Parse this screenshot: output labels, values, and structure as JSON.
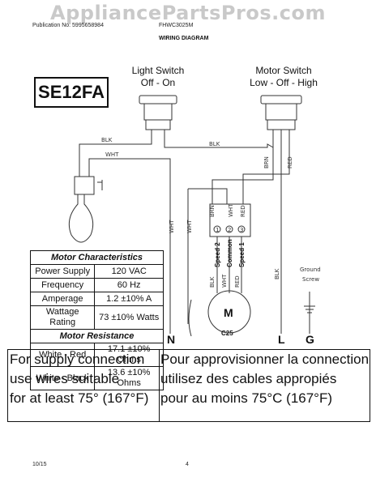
{
  "watermark": "AppliancePartsPros.com",
  "header": {
    "publication": "Publication No: 5995658984",
    "model_code": "FHWC3025M",
    "title": "WIRING DIAGRAM"
  },
  "model": "SE12FA",
  "light_switch": {
    "line1": "Light Switch",
    "line2": "Off - On"
  },
  "motor_switch": {
    "line1": "Motor Switch",
    "line2": "Low - Off - High"
  },
  "wires": {
    "blk": "BLK",
    "wht": "WHT",
    "brn": "BRN",
    "red": "RED"
  },
  "motor": {
    "speed2": "Speed 2",
    "common": "Common",
    "speed1": "Speed 1",
    "c1": "1",
    "c2": "2",
    "c3": "3",
    "symbol": "M",
    "capacitor": "C25"
  },
  "ground": {
    "line1": "Ground",
    "line2": "Screw"
  },
  "terminals": {
    "n": "N",
    "l": "L",
    "g": "G"
  },
  "specs": {
    "characteristics_title": "Motor Characteristics",
    "rows": [
      {
        "label": "Power Supply",
        "value": "120 VAC"
      },
      {
        "label": "Frequency",
        "value": "60 Hz"
      },
      {
        "label": "Amperage",
        "value": "1.2 ±10% A"
      },
      {
        "label": "Wattage Rating",
        "value": "73 ±10% Watts"
      }
    ],
    "resistance_title": "Motor Resistance",
    "resistance_rows": [
      {
        "label": "White - Red",
        "value": "17.1 ±10% Ohms"
      },
      {
        "label": "White - Black",
        "value": "13.6 ±10% Ohms"
      }
    ]
  },
  "supply": {
    "en": [
      "For supply connection",
      "use wires suitable",
      "for at least 75° (167°F)"
    ],
    "fr": [
      "Pour approvisionner la connection",
      "utilisez des cables appropiés",
      "pour au moins 75°C (167°F)"
    ]
  },
  "footer": {
    "date": "10/15",
    "page": "4"
  }
}
